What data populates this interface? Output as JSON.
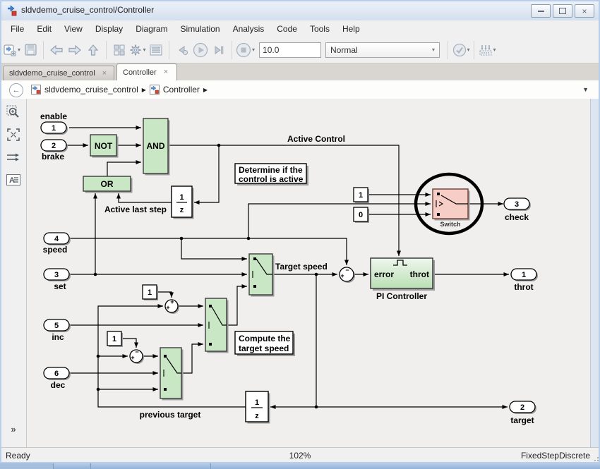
{
  "window": {
    "title": "sldvdemo_cruise_control/Controller"
  },
  "menus": [
    "File",
    "Edit",
    "View",
    "Display",
    "Diagram",
    "Simulation",
    "Analysis",
    "Code",
    "Tools",
    "Help"
  ],
  "toolbar": {
    "sim_stop_time": "10.0",
    "sim_mode": "Normal"
  },
  "tabs": {
    "tab1": "sldvdemo_cruise_control",
    "tab2": "Controller"
  },
  "breadcrumb": {
    "item1": "sldvdemo_cruise_control",
    "item2": "Controller"
  },
  "status": {
    "left": "Ready",
    "zoom": "102%",
    "right": "FixedStepDiscrete"
  },
  "colors": {
    "block_green": "#c9e7c4",
    "block_pink": "#f7cec6",
    "canvas": "#f1efed",
    "accent_blue": "#3b6ea5"
  },
  "diagram": {
    "ports": {
      "enable_num": "1",
      "brake_num": "2",
      "set_num": "3",
      "speed_num": "4",
      "inc_num": "5",
      "dec_num": "6",
      "throt_num": "1",
      "target_num": "2",
      "check_num": "3"
    },
    "labels": {
      "enable": "enable",
      "brake": "brake",
      "speed": "speed",
      "set": "set",
      "inc": "inc",
      "dec": "dec",
      "throt": "throt",
      "target": "target",
      "check": "check",
      "not_block": "NOT",
      "and_block": "AND",
      "or_block": "OR",
      "switch_block": "Switch",
      "pi_block": "PI Controller",
      "pi_in": "error",
      "pi_out": "throt",
      "active_control": "Active Control",
      "active_last_step": "Active last step",
      "target_speed": "Target speed",
      "previous_target": "previous target",
      "delay1_num": "1",
      "delay1_den": "z",
      "delay2_num": "1",
      "delay2_den": "z"
    },
    "constants": {
      "one_a": "1",
      "zero": "0",
      "one_b": "1",
      "one_c": "1"
    },
    "annotations": {
      "determine_line1": "Determine if the",
      "determine_line2": "control is active",
      "compute_line1": "Compute the",
      "compute_line2": "target speed"
    },
    "sums": {
      "s1_l": "+",
      "s1_t": "−",
      "s2_l": "+",
      "s2_t": "+",
      "s3_l": "+",
      "s3_t": "−"
    }
  }
}
